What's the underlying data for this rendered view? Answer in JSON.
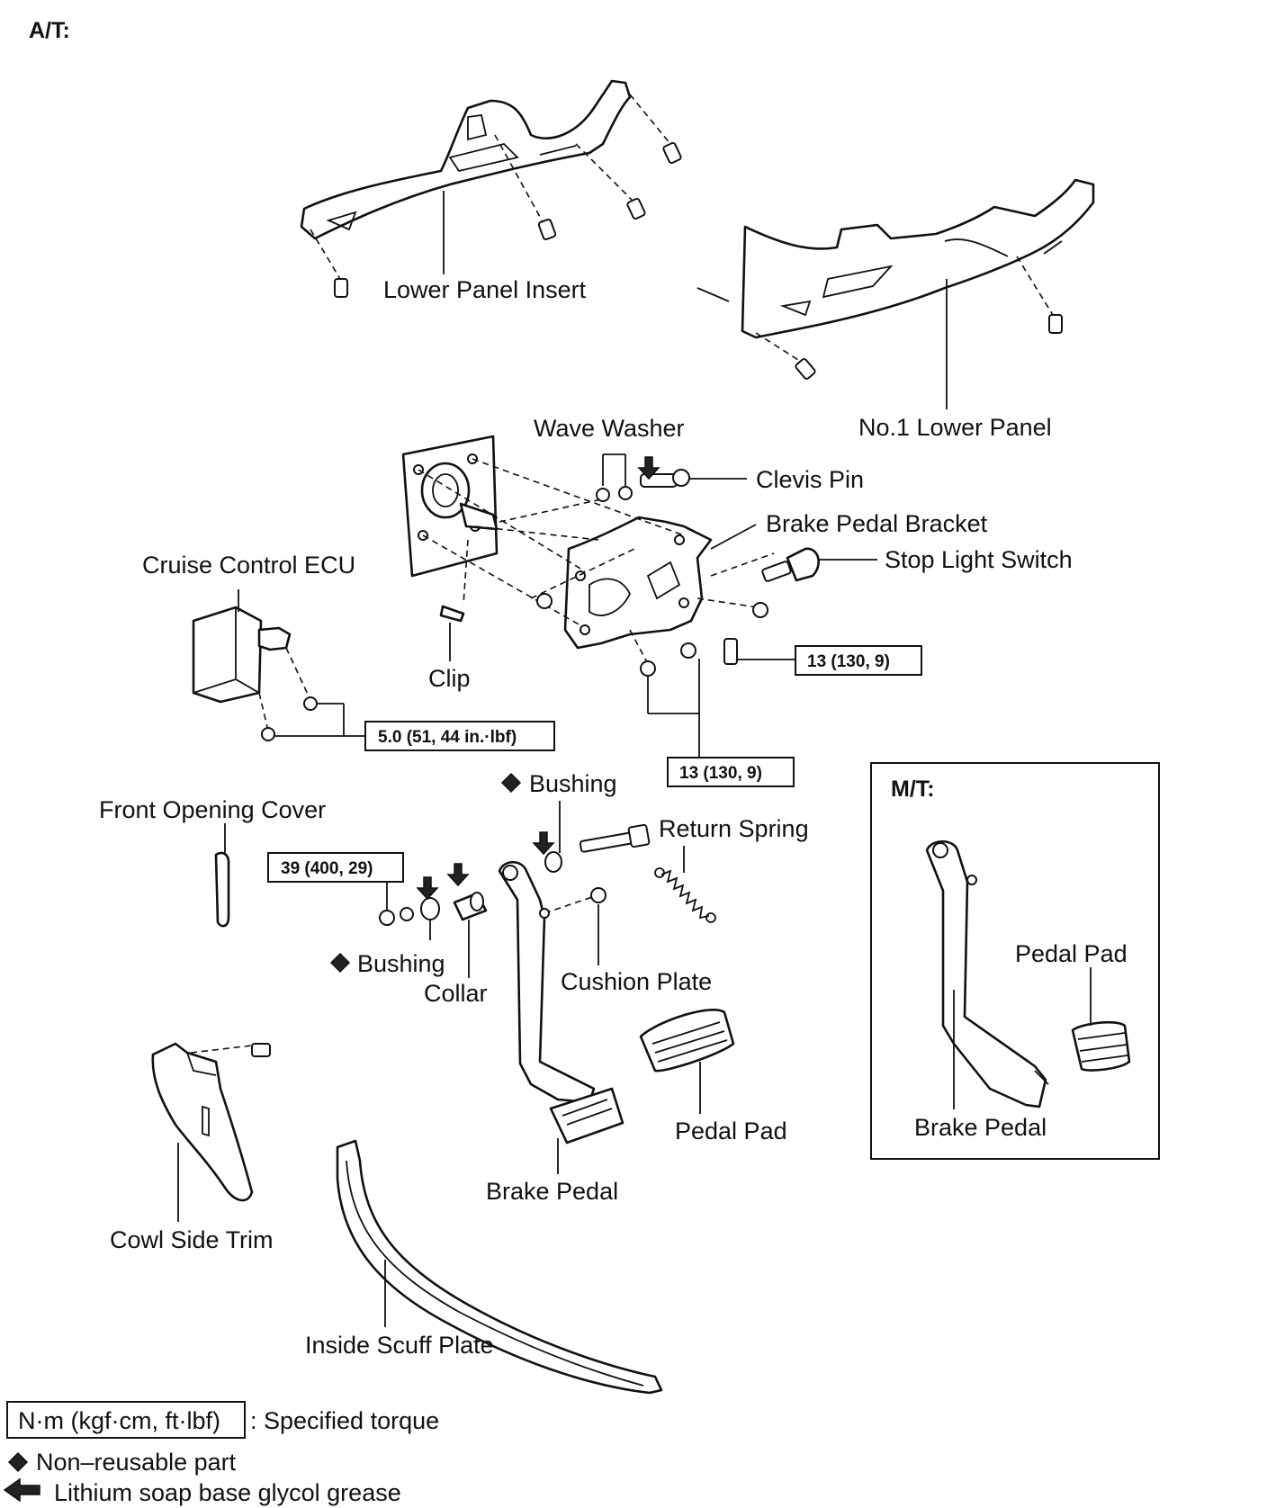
{
  "headers": {
    "at": "A/T:",
    "mt": "M/T:"
  },
  "labels": {
    "lower_panel_insert": "Lower Panel Insert",
    "no1_lower_panel": "No.1 Lower Panel",
    "wave_washer": "Wave Washer",
    "clevis_pin": "Clevis Pin",
    "brake_pedal_bracket": "Brake Pedal Bracket",
    "stop_light_switch": "Stop Light Switch",
    "cruise_control_ecu": "Cruise Control ECU",
    "clip": "Clip",
    "front_opening_cover": "Front Opening Cover",
    "bushing_upper": "Bushing",
    "return_spring": "Return Spring",
    "bushing_lower": "Bushing",
    "collar": "Collar",
    "cushion_plate": "Cushion Plate",
    "pedal_pad": "Pedal Pad",
    "brake_pedal": "Brake Pedal",
    "cowl_side_trim": "Cowl Side Trim",
    "inside_scuff_plate": "Inside Scuff Plate",
    "mt_pedal_pad": "Pedal Pad",
    "mt_brake_pedal": "Brake Pedal"
  },
  "torques": {
    "bracket_bolt": "13 (130, 9)",
    "ecu_nut": "5.0 (51, 44 in.·lbf)",
    "bracket_nut": "13 (130, 9)",
    "pivot_nut": "39 (400, 29)"
  },
  "legend": {
    "torque_unit": "N·m (kgf·cm, ft·lbf)",
    "torque_desc": ": Specified torque",
    "non_reusable": "Non–reusable part",
    "grease": "Lithium soap base glycol grease"
  },
  "icons": {
    "non_reusable": "diamond-icon",
    "grease": "arrow-left-icon"
  }
}
